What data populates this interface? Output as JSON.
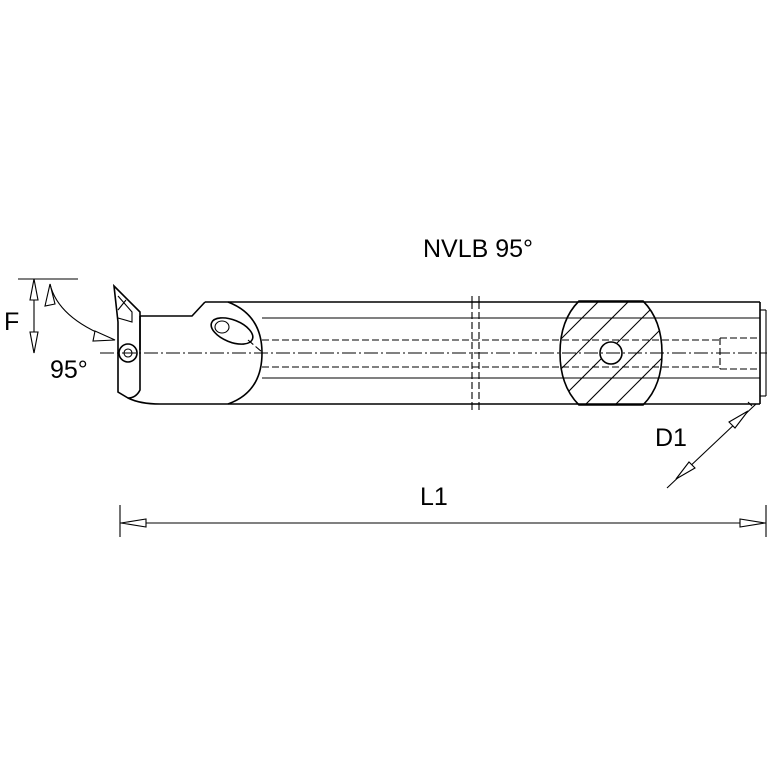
{
  "drawing": {
    "title": "NVLB 95°",
    "labels": {
      "f": "F",
      "angle": "95°",
      "d1": "D1",
      "l1": "L1"
    },
    "colors": {
      "background": "#ffffff",
      "line": "#000000"
    }
  }
}
